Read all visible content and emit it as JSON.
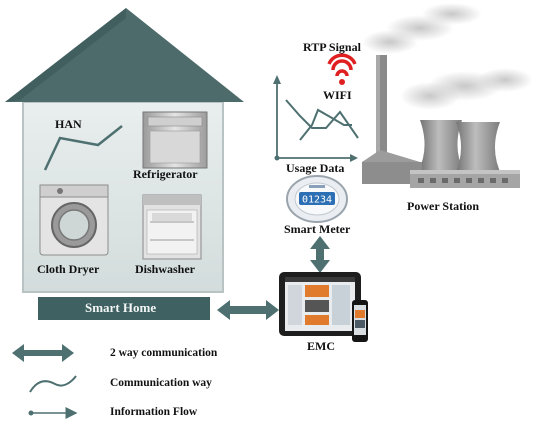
{
  "labels": {
    "han": "HAN",
    "refrigerator": "Refrigerator",
    "cloth_dryer": "Cloth Dryer",
    "dishwasher": "Dishwasher",
    "smart_home": "Smart Home",
    "rtp_signal": "RTP Signal",
    "wifi": "WIFI",
    "usage_data": "Usage Data",
    "smart_meter": "Smart Meter",
    "power_station": "Power Station",
    "emc": "EMC",
    "meter_reading": "01234"
  },
  "legend": [
    {
      "symbol": "double-arrow",
      "text": "2 way communication"
    },
    {
      "symbol": "curve-line",
      "text": "Communication way"
    },
    {
      "symbol": "dot-arrow",
      "text": "Information Flow"
    }
  ],
  "colors": {
    "house_roof": "#4d6b6b",
    "house_wall": "#dfe5e5",
    "house_border": "#b9c3c3",
    "arrow": "#4e7070",
    "smart_home_bar": "#3f6161",
    "wifi_signal": "#e02020",
    "factory": "#8a8a8a",
    "smoke": "#a9a9a9"
  },
  "icons": [
    "wifi-signal-icon",
    "smart-meter-icon",
    "tablet-icon",
    "phone-icon",
    "refrigerator-icon",
    "cloth-dryer-icon",
    "dishwasher-icon",
    "power-station-icon"
  ]
}
